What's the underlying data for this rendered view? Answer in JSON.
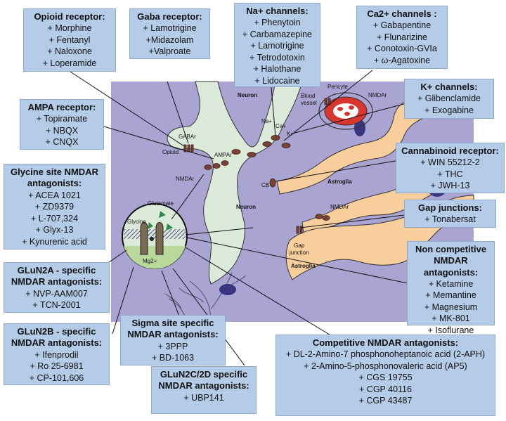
{
  "labels": {
    "neuron_top": "Neuron",
    "neuron_mid": "Neuron",
    "blood_vessel": "Blood\nvessel",
    "pericyte": "Pericyte",
    "nmdar_vessel": "NMDAr",
    "gabar": "GABAr",
    "opioid": "Opioid",
    "ampar": "AMPAr",
    "nmdar_left": "NMDAr",
    "na": "Na+",
    "ca": "Ca+",
    "k": "K+",
    "cb": "CB",
    "astroglia_top": "Astroglia",
    "nmdar_astro": "NMDAr",
    "gap_junction": "Gap\njunction",
    "astroglia_bottom": "Astroglia",
    "glutamate": "Glutamate",
    "glycine": "Glycine",
    "mg": "Mg2+"
  },
  "boxes": {
    "opioid": {
      "title": [
        "Opioid receptor:"
      ],
      "items": [
        "+ Morphine",
        "+ Fentanyl",
        "+ Naloxone",
        "+ Loperamide"
      ]
    },
    "gaba": {
      "title": [
        "Gaba receptor:"
      ],
      "items": [
        "+ Lamotrigine",
        "+Midazolam",
        "+Valproate"
      ]
    },
    "na": {
      "title": [
        "Na+ channels:"
      ],
      "items": [
        "+ Phenytoin",
        "+ Carbamazepine",
        "+ Lamotrigine",
        "+ Tetrodotoxin",
        "+ Halothane",
        "+ Lidocaine"
      ]
    },
    "ca": {
      "title": [
        "Ca2+ channels :"
      ],
      "items": [
        "+ Gabapentine",
        "+ Flunarizine",
        "+ Conotoxin-GVIa",
        "+ ω-Agatoxine"
      ]
    },
    "k": {
      "title": [
        "K+ channels:"
      ],
      "items": [
        "+ Glibenclamide",
        "+ Exogabine"
      ]
    },
    "ampa": {
      "title": [
        "AMPA receptor:"
      ],
      "items": [
        "+ Topiramate",
        "+ NBQX",
        "+ CNQX"
      ]
    },
    "cannabinoid": {
      "title": [
        "Cannabinoid receptor:"
      ],
      "items": [
        "+ WIN 55212-2",
        "+ THC",
        "+ JWH-13"
      ]
    },
    "glycine": {
      "title": [
        "Glycine site  NMDAR",
        "antagonists:"
      ],
      "items": [
        "+ ACEA 1021",
        "+ ZD9379",
        "+ L-707,324",
        "+ Glyx-13",
        "+ Kynurenic acid"
      ]
    },
    "gap": {
      "title": [
        "Gap junctions:"
      ],
      "items": [
        "+ Tonabersat"
      ]
    },
    "noncompetitive": {
      "title": [
        "Non competitive",
        "NMDAR antagonists:"
      ],
      "items": [
        "+ Ketamine",
        "+ Memantine",
        "+ Magnesium",
        "+ MK-801",
        "+ Isoflurane"
      ]
    },
    "glun2a": {
      "title": [
        "GLuN2A - specific",
        "NMDAR antagonists:"
      ],
      "items": [
        "+ NVP-AAM007",
        "+ TCN-2001"
      ]
    },
    "glun2b": {
      "title": [
        "GLuN2B - specific",
        "NMDAR antagonists:"
      ],
      "items": [
        "+ Ifenprodil",
        "+ Ro 25-6981",
        "+ CP-101,606"
      ]
    },
    "sigma": {
      "title": [
        "Sigma site specific",
        "NMDAR antagonists:"
      ],
      "items": [
        "+ 3PPP",
        "+ BD-1063"
      ]
    },
    "competitive": {
      "title": [
        "Competitive NMDAR antagonists:"
      ],
      "items": [
        "+ DL-2-Amino-7 phosphonoheptanoic acid (2-APH)",
        "+ 2-Amino-5-phosphonovaleric acid (AP5)",
        "+ CGS 19755",
        "+ CGP 40116",
        "+ CGP 43487"
      ]
    },
    "glun2cd": {
      "title": [
        "GLuN2C/2D specific",
        "NMDAR antagonists:"
      ],
      "items": [
        "+ UBP141"
      ]
    }
  },
  "colors": {
    "background_panel": "#a9a4d2",
    "neuron": "#dcebd9",
    "astroglia": "#f8cf9c",
    "box_fill": "#b4cce8",
    "receptor": "#7a4434",
    "vessel": "#d8362e"
  }
}
